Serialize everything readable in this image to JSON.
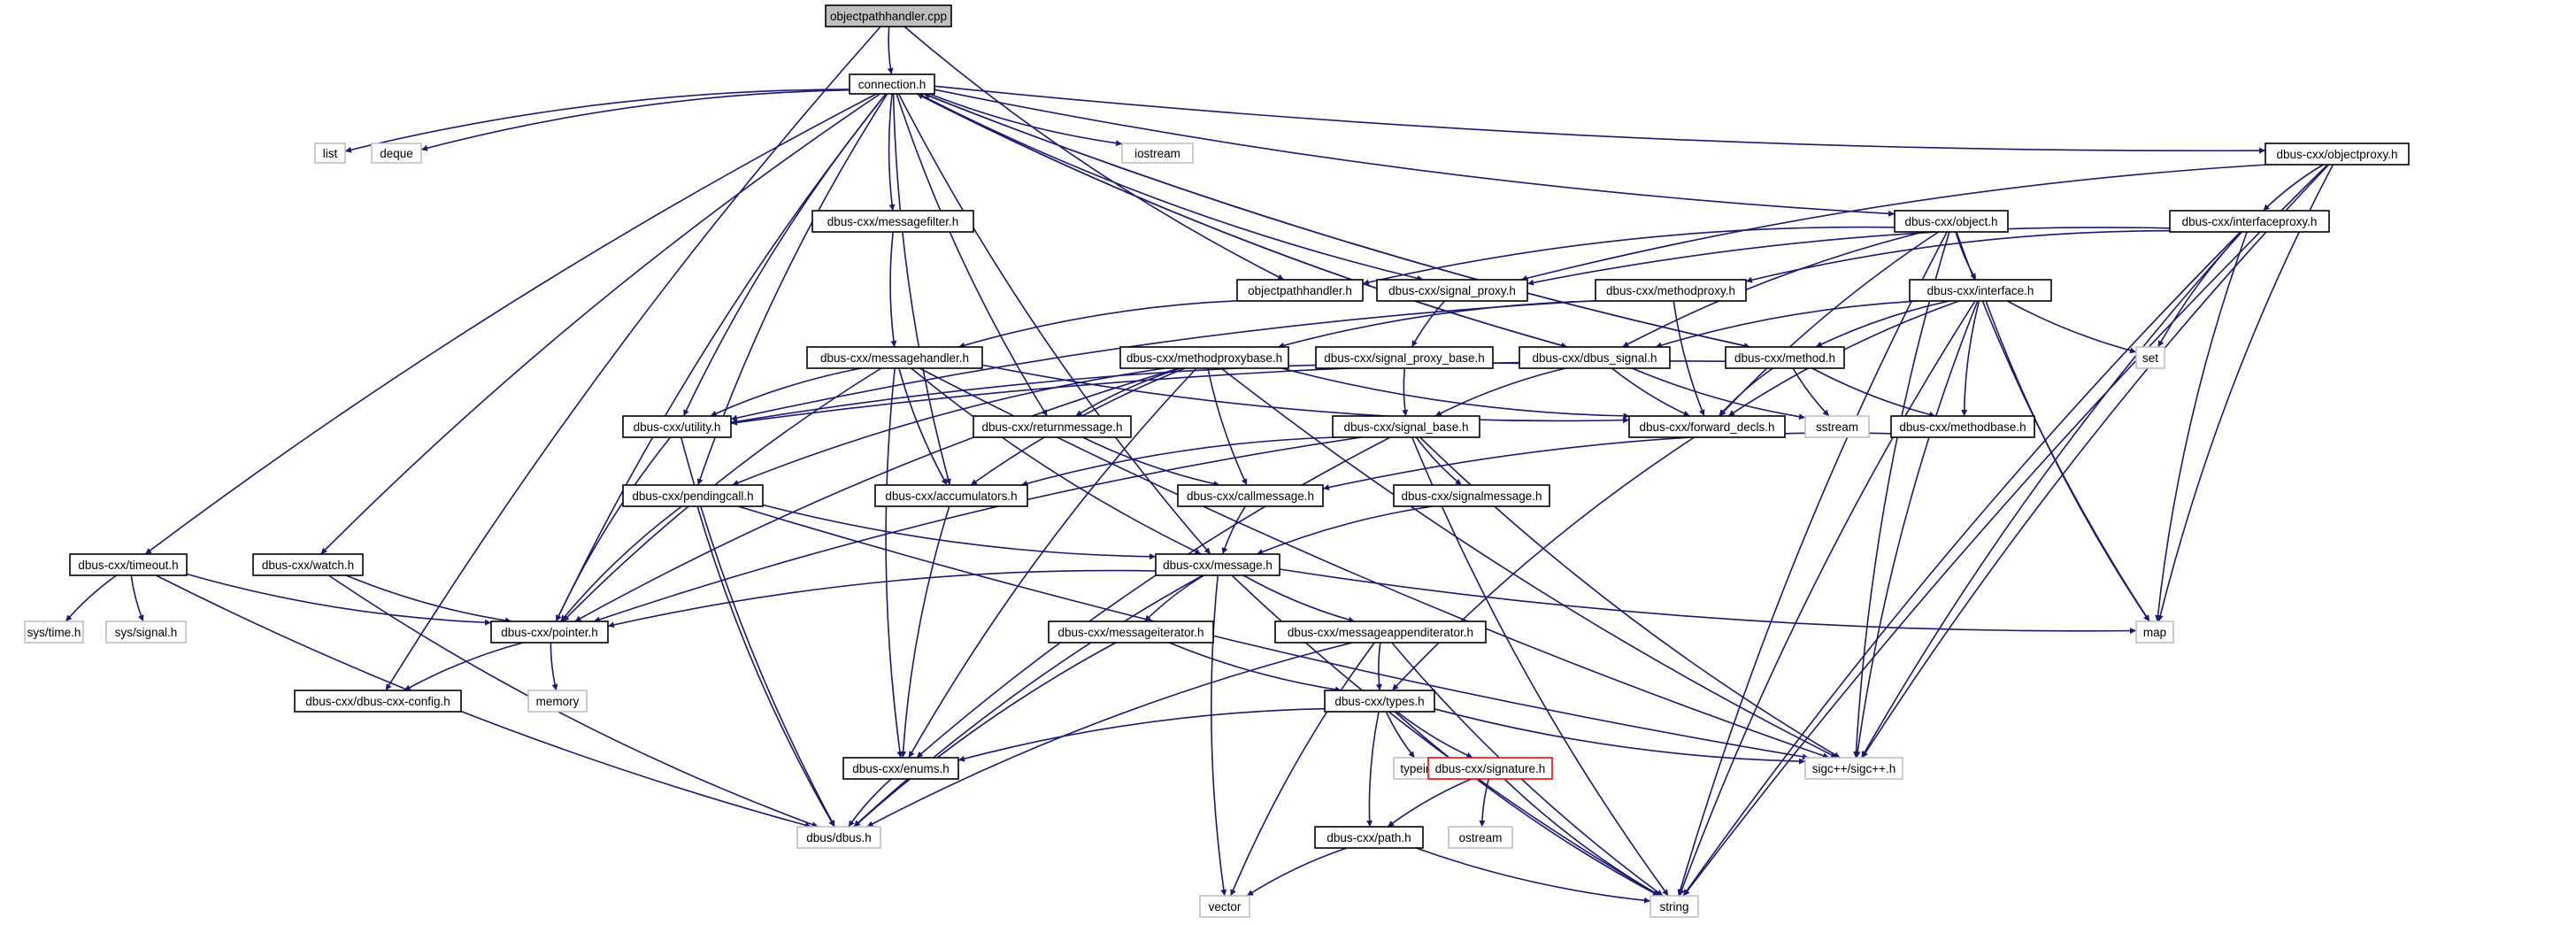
{
  "title": "objectpathhandler.cpp",
  "colors": {
    "edge": "#191970",
    "root_fill": "#bfbfbf",
    "node_border": "#000000",
    "system_border": "#bfbfbf",
    "highlight_border": "#ff0000"
  },
  "nodes": [
    {
      "id": "root",
      "label": "objectpathhandler.cpp",
      "style": "root"
    },
    {
      "id": "connection",
      "label": "connection.h",
      "style": "normal"
    },
    {
      "id": "list",
      "label": "list",
      "style": "system"
    },
    {
      "id": "deque",
      "label": "deque",
      "style": "system"
    },
    {
      "id": "iostream",
      "label": "iostream",
      "style": "system"
    },
    {
      "id": "objectproxy",
      "label": "dbus-cxx/objectproxy.h",
      "style": "normal"
    },
    {
      "id": "messagefilter",
      "label": "dbus-cxx/messagefilter.h",
      "style": "normal"
    },
    {
      "id": "object",
      "label": "dbus-cxx/object.h",
      "style": "normal"
    },
    {
      "id": "interfaceproxy",
      "label": "dbus-cxx/interfaceproxy.h",
      "style": "normal"
    },
    {
      "id": "objectpathhandler",
      "label": "objectpathhandler.h",
      "style": "normal"
    },
    {
      "id": "signal_proxy",
      "label": "dbus-cxx/signal_proxy.h",
      "style": "normal"
    },
    {
      "id": "methodproxy",
      "label": "dbus-cxx/methodproxy.h",
      "style": "normal"
    },
    {
      "id": "interface",
      "label": "dbus-cxx/interface.h",
      "style": "normal"
    },
    {
      "id": "messagehandler",
      "label": "dbus-cxx/messagehandler.h",
      "style": "normal"
    },
    {
      "id": "methodproxybase",
      "label": "dbus-cxx/methodproxybase.h",
      "style": "normal"
    },
    {
      "id": "signal_proxy_base",
      "label": "dbus-cxx/signal_proxy_base.h",
      "style": "normal"
    },
    {
      "id": "dbus_signal",
      "label": "dbus-cxx/dbus_signal.h",
      "style": "normal"
    },
    {
      "id": "method",
      "label": "dbus-cxx/method.h",
      "style": "normal"
    },
    {
      "id": "set",
      "label": "set",
      "style": "system"
    },
    {
      "id": "utility",
      "label": "dbus-cxx/utility.h",
      "style": "normal"
    },
    {
      "id": "returnmessage",
      "label": "dbus-cxx/returnmessage.h",
      "style": "normal"
    },
    {
      "id": "signal_base",
      "label": "dbus-cxx/signal_base.h",
      "style": "normal"
    },
    {
      "id": "forward_decls",
      "label": "dbus-cxx/forward_decls.h",
      "style": "normal"
    },
    {
      "id": "sstream",
      "label": "sstream",
      "style": "system"
    },
    {
      "id": "methodbase",
      "label": "dbus-cxx/methodbase.h",
      "style": "normal"
    },
    {
      "id": "pendingcall",
      "label": "dbus-cxx/pendingcall.h",
      "style": "normal"
    },
    {
      "id": "accumulators",
      "label": "dbus-cxx/accumulators.h",
      "style": "normal"
    },
    {
      "id": "callmessage",
      "label": "dbus-cxx/callmessage.h",
      "style": "normal"
    },
    {
      "id": "signalmessage",
      "label": "dbus-cxx/signalmessage.h",
      "style": "normal"
    },
    {
      "id": "timeout",
      "label": "dbus-cxx/timeout.h",
      "style": "normal"
    },
    {
      "id": "watch",
      "label": "dbus-cxx/watch.h",
      "style": "normal"
    },
    {
      "id": "message",
      "label": "dbus-cxx/message.h",
      "style": "normal"
    },
    {
      "id": "systime",
      "label": "sys/time.h",
      "style": "system"
    },
    {
      "id": "syssignal",
      "label": "sys/signal.h",
      "style": "system"
    },
    {
      "id": "pointer",
      "label": "dbus-cxx/pointer.h",
      "style": "normal"
    },
    {
      "id": "messageiterator",
      "label": "dbus-cxx/messageiterator.h",
      "style": "normal"
    },
    {
      "id": "messageappenditerator",
      "label": "dbus-cxx/messageappenditerator.h",
      "style": "normal"
    },
    {
      "id": "map",
      "label": "map",
      "style": "system"
    },
    {
      "id": "config",
      "label": "dbus-cxx/dbus-cxx-config.h",
      "style": "normal"
    },
    {
      "id": "memory",
      "label": "memory",
      "style": "system"
    },
    {
      "id": "types",
      "label": "dbus-cxx/types.h",
      "style": "normal"
    },
    {
      "id": "enums",
      "label": "dbus-cxx/enums.h",
      "style": "normal"
    },
    {
      "id": "typeinfo",
      "label": "typeinfo",
      "style": "system"
    },
    {
      "id": "signature",
      "label": "dbus-cxx/signature.h",
      "style": "highlight"
    },
    {
      "id": "sigc",
      "label": "sigc++/sigc++.h",
      "style": "system"
    },
    {
      "id": "dbus",
      "label": "dbus/dbus.h",
      "style": "system"
    },
    {
      "id": "path",
      "label": "dbus-cxx/path.h",
      "style": "normal"
    },
    {
      "id": "ostream",
      "label": "ostream",
      "style": "system"
    },
    {
      "id": "vector",
      "label": "vector",
      "style": "system"
    },
    {
      "id": "string",
      "label": "string",
      "style": "system"
    }
  ],
  "edges": [
    [
      "root",
      "connection"
    ],
    [
      "root",
      "objectpathhandler"
    ],
    [
      "root",
      "config"
    ],
    [
      "connection",
      "list"
    ],
    [
      "connection",
      "deque"
    ],
    [
      "connection",
      "iostream"
    ],
    [
      "connection",
      "objectproxy"
    ],
    [
      "connection",
      "messagefilter"
    ],
    [
      "connection",
      "object"
    ],
    [
      "connection",
      "signal_proxy"
    ],
    [
      "connection",
      "dbus_signal"
    ],
    [
      "connection",
      "method"
    ],
    [
      "connection",
      "returnmessage"
    ],
    [
      "connection",
      "pendingcall"
    ],
    [
      "connection",
      "accumulators"
    ],
    [
      "connection",
      "message"
    ],
    [
      "connection",
      "timeout"
    ],
    [
      "connection",
      "watch"
    ],
    [
      "connection",
      "pointer"
    ],
    [
      "connection",
      "utility"
    ],
    [
      "dbus_signal",
      "connection"
    ],
    [
      "method",
      "connection"
    ],
    [
      "objectproxy",
      "interfaceproxy"
    ],
    [
      "objectproxy",
      "signal_proxy"
    ],
    [
      "objectproxy",
      "map"
    ],
    [
      "objectproxy",
      "sigc"
    ],
    [
      "objectproxy",
      "string"
    ],
    [
      "messagefilter",
      "messagehandler"
    ],
    [
      "object",
      "objectpathhandler"
    ],
    [
      "object",
      "interface"
    ],
    [
      "object",
      "dbus_signal"
    ],
    [
      "object",
      "forward_decls"
    ],
    [
      "object",
      "map"
    ],
    [
      "object",
      "sigc"
    ],
    [
      "object",
      "string"
    ],
    [
      "interfaceproxy",
      "methodproxy"
    ],
    [
      "interfaceproxy",
      "signal_proxy"
    ],
    [
      "interfaceproxy",
      "set"
    ],
    [
      "interfaceproxy",
      "map"
    ],
    [
      "interfaceproxy",
      "sigc"
    ],
    [
      "interfaceproxy",
      "string"
    ],
    [
      "objectpathhandler",
      "messagehandler"
    ],
    [
      "signal_proxy",
      "signal_proxy_base"
    ],
    [
      "methodproxy",
      "methodproxybase"
    ],
    [
      "methodproxy",
      "utility"
    ],
    [
      "methodproxy",
      "forward_decls"
    ],
    [
      "interface",
      "dbus_signal"
    ],
    [
      "interface",
      "method"
    ],
    [
      "interface",
      "methodbase"
    ],
    [
      "interface",
      "forward_decls"
    ],
    [
      "interface",
      "set"
    ],
    [
      "interface",
      "map"
    ],
    [
      "interface",
      "sigc"
    ],
    [
      "interface",
      "string"
    ],
    [
      "messagehandler",
      "utility"
    ],
    [
      "messagehandler",
      "accumulators"
    ],
    [
      "messagehandler",
      "message"
    ],
    [
      "messagehandler",
      "forward_decls"
    ],
    [
      "messagehandler",
      "pointer"
    ],
    [
      "messagehandler",
      "enums"
    ],
    [
      "messagehandler",
      "sigc"
    ],
    [
      "methodproxybase",
      "returnmessage"
    ],
    [
      "methodproxybase",
      "callmessage"
    ],
    [
      "methodproxybase",
      "pendingcall"
    ],
    [
      "methodproxybase",
      "accumulators"
    ],
    [
      "methodproxybase",
      "forward_decls"
    ],
    [
      "methodproxybase",
      "pointer"
    ],
    [
      "methodproxybase",
      "enums"
    ],
    [
      "methodproxybase",
      "sigc"
    ],
    [
      "signal_proxy_base",
      "signal_base"
    ],
    [
      "dbus_signal",
      "signal_base"
    ],
    [
      "dbus_signal",
      "forward_decls"
    ],
    [
      "dbus_signal",
      "utility"
    ],
    [
      "dbus_signal",
      "sstream"
    ],
    [
      "method",
      "methodbase"
    ],
    [
      "method",
      "forward_decls"
    ],
    [
      "method",
      "utility"
    ],
    [
      "method",
      "sstream"
    ],
    [
      "utility",
      "pointer"
    ],
    [
      "utility",
      "dbus"
    ],
    [
      "returnmessage",
      "callmessage"
    ],
    [
      "signal_base",
      "signalmessage"
    ],
    [
      "signal_base",
      "accumulators"
    ],
    [
      "signal_base",
      "pointer"
    ],
    [
      "signal_base",
      "enums"
    ],
    [
      "signal_base",
      "sigc"
    ],
    [
      "signal_base",
      "string"
    ],
    [
      "forward_decls",
      "types"
    ],
    [
      "methodbase",
      "callmessage"
    ],
    [
      "pendingcall",
      "message"
    ],
    [
      "pendingcall",
      "pointer"
    ],
    [
      "pendingcall",
      "dbus"
    ],
    [
      "pendingcall",
      "sigc"
    ],
    [
      "accumulators",
      "enums"
    ],
    [
      "callmessage",
      "message"
    ],
    [
      "signalmessage",
      "message"
    ],
    [
      "timeout",
      "systime"
    ],
    [
      "timeout",
      "syssignal"
    ],
    [
      "timeout",
      "pointer"
    ],
    [
      "timeout",
      "dbus"
    ],
    [
      "watch",
      "pointer"
    ],
    [
      "watch",
      "dbus"
    ],
    [
      "message",
      "pointer"
    ],
    [
      "message",
      "messageiterator"
    ],
    [
      "message",
      "messageappenditerator"
    ],
    [
      "message",
      "map"
    ],
    [
      "message",
      "dbus"
    ],
    [
      "message",
      "vector"
    ],
    [
      "message",
      "string"
    ],
    [
      "pointer",
      "config"
    ],
    [
      "pointer",
      "memory"
    ],
    [
      "messageiterator",
      "types"
    ],
    [
      "messageiterator",
      "dbus"
    ],
    [
      "messageappenditerator",
      "types"
    ],
    [
      "messageappenditerator",
      "dbus"
    ],
    [
      "messageappenditerator",
      "vector"
    ],
    [
      "messageappenditerator",
      "string"
    ],
    [
      "types",
      "enums"
    ],
    [
      "types",
      "typeinfo"
    ],
    [
      "types",
      "signature"
    ],
    [
      "types",
      "path"
    ],
    [
      "types",
      "sigc"
    ],
    [
      "types",
      "string"
    ],
    [
      "enums",
      "dbus"
    ],
    [
      "signature",
      "path"
    ],
    [
      "signature",
      "ostream"
    ],
    [
      "signature",
      "string"
    ],
    [
      "path",
      "vector"
    ],
    [
      "path",
      "string"
    ]
  ]
}
